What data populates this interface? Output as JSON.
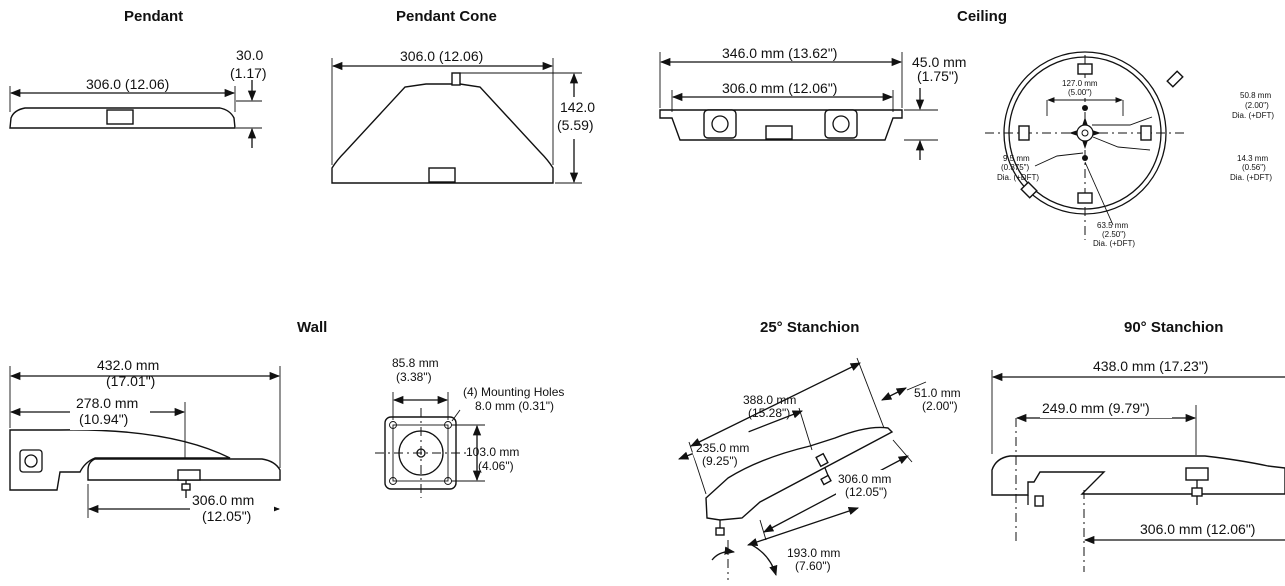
{
  "titles": {
    "pendant": "Pendant",
    "pendant_cone": "Pendant Cone",
    "ceiling": "Ceiling",
    "wall": "Wall",
    "stanchion_25": "25° Stanchion",
    "stanchion_90": "90° Stanchion"
  },
  "pendant": {
    "width": "306.0 (12.06)",
    "height_mm": "30.0",
    "height_in": "(1.17)"
  },
  "pendant_cone": {
    "width": "306.0 (12.06)",
    "height_mm": "142.0",
    "height_in": "(5.59)"
  },
  "ceiling": {
    "outer_width": "346.0 mm (13.62\")",
    "inner_width": "306.0 mm (12.06\")",
    "height_mm": "45.0 mm",
    "height_in": "(1.75\")",
    "plate": {
      "spacing_mm": "127.0 mm",
      "spacing_in": "(5.00\")",
      "hole_a_mm": "50.8 mm",
      "hole_a_in": "(2.00\")",
      "hole_a_note": "Dia. (+DFT)",
      "hole_b_mm": "9.5 mm",
      "hole_b_in": "(0.375\")",
      "hole_b_note": "Dia. (+DFT)",
      "hole_c_mm": "14.3 mm",
      "hole_c_in": "(0.56\")",
      "hole_c_note": "Dia. (+DFT)",
      "hole_d_mm": "63.5 mm",
      "hole_d_in": "(2.50\")",
      "hole_d_note": "Dia. (+DFT)"
    }
  },
  "wall": {
    "overall_mm": "432.0 mm",
    "overall_in": "(17.01\")",
    "arm_mm": "278.0 mm",
    "arm_in": "(10.94\")",
    "head_mm": "306.0 mm",
    "head_in": "(12.05\")",
    "plate_w_mm": "85.8 mm",
    "plate_w_in": "(3.38\")",
    "holes_label": "(4) Mounting Holes",
    "holes_size": "8.0 mm (0.31\")",
    "plate_h_mm": "103.0 mm",
    "plate_h_in": "(4.06\")"
  },
  "stanchion_25": {
    "overall_mm": "388.0 mm",
    "overall_in": "(15.28\")",
    "arm_mm": "235.0 mm",
    "arm_in": "(9.25\")",
    "height_mm": "51.0 mm",
    "height_in": "(2.00\")",
    "head_mm": "306.0 mm",
    "head_in": "(12.05\")",
    "base_mm": "193.0 mm",
    "base_in": "(7.60\")"
  },
  "stanchion_90": {
    "overall": "438.0 mm (17.23\")",
    "arm": "249.0 mm (9.79\")",
    "head": "306.0 mm (12.06\")"
  }
}
